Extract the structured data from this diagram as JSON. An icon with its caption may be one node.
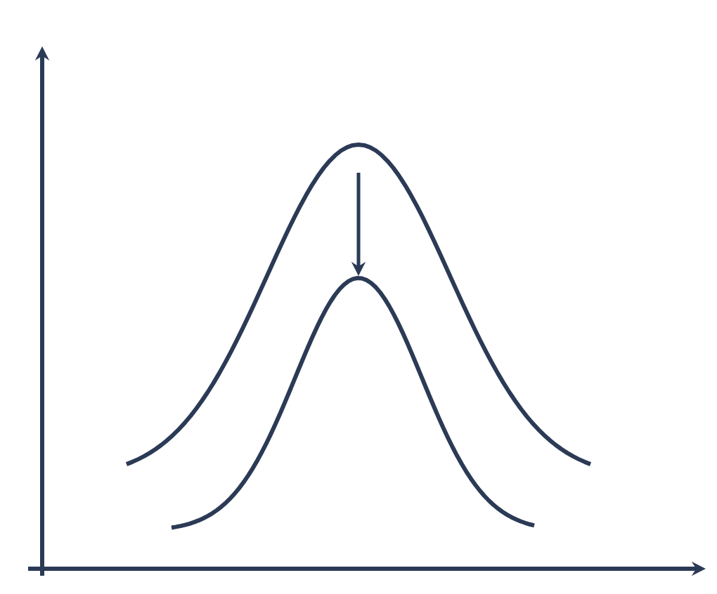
{
  "diagram": {
    "nodes": [
      {
        "text": [],
        "shape": "curve"
      },
      {
        "text": [],
        "shape": "curve"
      }
    ],
    "edges": [
      {
        "from": 0,
        "to": 1,
        "arrow": "to"
      }
    ]
  }
}
